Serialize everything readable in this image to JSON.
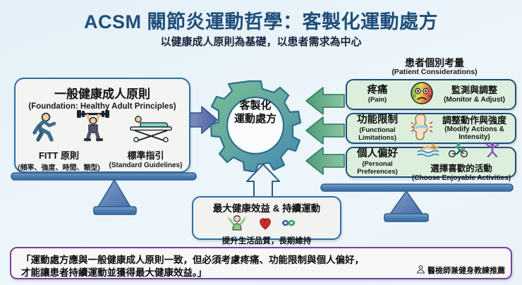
{
  "header": {
    "title": "ACSM 關節炎運動哲學：客製化運動處方",
    "subtitle": "以健康成人原則為基礎，以患者需求為中心",
    "title_color": "#1f4e79"
  },
  "foundation": {
    "title_zh": "一般健康成人原則",
    "title_en": "(Foundation: Healthy Adult Principles)",
    "icons": [
      "running-person-icon",
      "weightlifter-icon",
      "exam-table-icon"
    ],
    "items": [
      {
        "zh": "FITT 原則",
        "en": "(頻率、強度、時間、類型)"
      },
      {
        "zh": "標準指引",
        "en": "(Standard Guidelines)"
      }
    ]
  },
  "center": {
    "line1": "客製化",
    "line2": "運動處方",
    "shape": "gear-icon",
    "gradient_from": "#6db58e",
    "gradient_to": "#4a8cb5"
  },
  "considerations": {
    "heading_zh": "患者個別考量",
    "heading_en": "(Patient Considerations)",
    "rows": [
      {
        "zh": "疼痛",
        "en": "(Pain)",
        "icon": "pain-scale-face-icon",
        "action_zh": "監測與調整",
        "action_en": "(Monitor & Adjust)"
      },
      {
        "zh": "功能限制",
        "en": "(Functional Limitations)",
        "icon": "painful-knee-joint-icon",
        "action_zh": "調整動作與強度",
        "action_en": "(Modify Actions & Intensity)"
      },
      {
        "zh": "個人偏好",
        "en": "(Personal Preferences)",
        "icon": "swim-bike-exercise-icons",
        "action_zh": "選擇喜歡的活動",
        "action_en": "(Choose Enjoyable Activities)"
      }
    ],
    "row_fill": "#dcefdd"
  },
  "outcome": {
    "title": "最大健康效益 & 持續運動",
    "subtitle": "提升生活品質，長期維持",
    "icons": [
      "happy-elder-icon",
      "heart-icon",
      "infinity-icon"
    ]
  },
  "quote": {
    "line1": "「運動處方應與一般健康成人原則一致，但必須考慮疼痛、功能限制與個人偏好，",
    "line2": "才能讓患者持續運動並獲得最大健康效益。」",
    "attribution": "醫檢師兼健身教練推薦",
    "attribution_icon": "person-badge-icon",
    "border_color": "#7b3fa0"
  },
  "arrows": {
    "foundation_to_center": "right-arrow-icon",
    "considerations_to_center": "left-arrow-icon",
    "outcome_to_center": "up-arrow-icon",
    "blue_arrow_color": "#5b6fad",
    "green_arrow_color": "#63ab85"
  },
  "balance": {
    "left": "balance-scale-icon",
    "right": "balance-scale-icon",
    "color": "#4a7bb0"
  }
}
